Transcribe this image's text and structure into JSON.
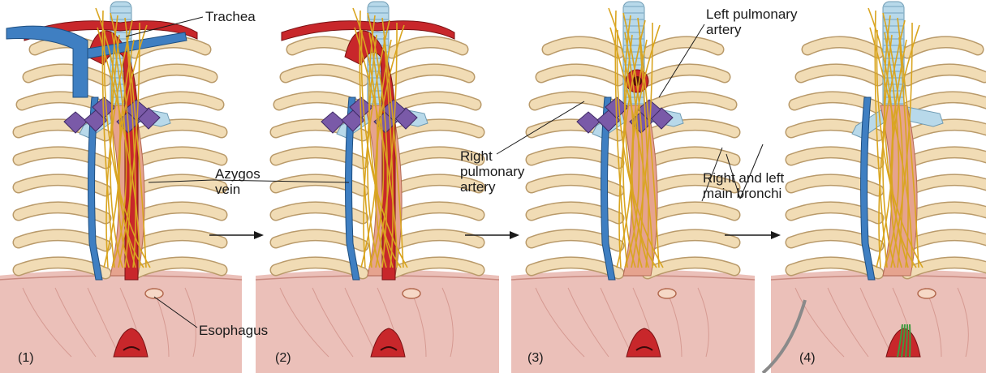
{
  "colors": {
    "background": "#ffffff",
    "bone": "#f1dcb5",
    "bone_outline": "#b99a6a",
    "artery": "#c8272b",
    "vein": "#3f7fc2",
    "esophagus": "#e6a38e",
    "nerve": "#d9a520",
    "pulmonary_vein": "#7a5aa8",
    "bronchus": "#b8d9ea",
    "diaphragm": "#e7b5ad",
    "thoracic_duct": "#3f9a3f"
  },
  "panels": [
    {
      "number": "(1)",
      "stage": "intact"
    },
    {
      "number": "(2)",
      "stage": "superior-vena-cava-removed"
    },
    {
      "number": "(3)",
      "stage": "aorta-removed"
    },
    {
      "number": "(4)",
      "stage": "pulmonary-vessels-removed"
    }
  ],
  "labels": {
    "trachea": "Trachea",
    "esophagus": "Esophagus",
    "azygos_vein": "Azygos\nvein",
    "right_pulmonary_artery": "Right\npulmonary\nartery",
    "left_pulmonary_artery": "Left pulmonary\nartery",
    "main_bronchi": "Right and left\nmain bronchi"
  },
  "arrows": [
    {
      "from": "(1)",
      "to": "(2)"
    },
    {
      "from": "(2)",
      "to": "(3)"
    },
    {
      "from": "(3)",
      "to": "(4)"
    }
  ]
}
